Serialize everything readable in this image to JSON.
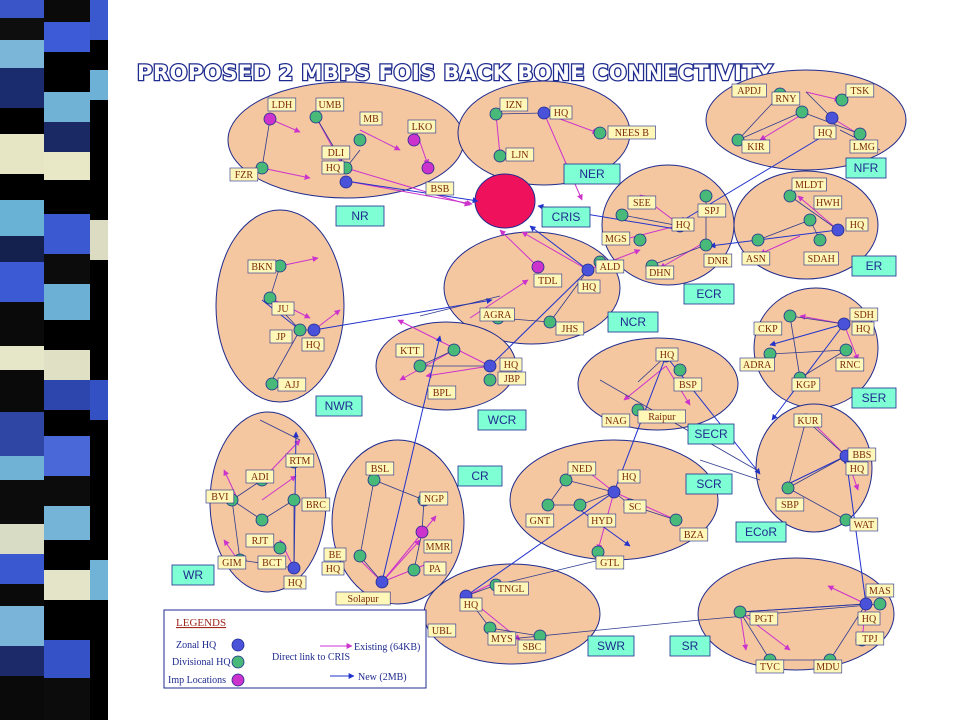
{
  "title": "PROPOSED 2 MBPS FOIS BACK BONE CONNECTIVITY",
  "colors": {
    "region": "#f4c7a0",
    "zone_box": "#7fffd4",
    "label_box": "#fff7b8",
    "zonal_hq": "#4a52d9",
    "divisional_hq": "#48b978",
    "imp_location": "#cc33cc",
    "existing": "#cc33cc",
    "new": "#2233cc",
    "cris": "#f0115c"
  },
  "cris": {
    "label": "CRIS"
  },
  "zones": [
    {
      "id": "nr",
      "label": "NR"
    },
    {
      "id": "ner",
      "label": "NER"
    },
    {
      "id": "nfr",
      "label": "NFR"
    },
    {
      "id": "er",
      "label": "ER"
    },
    {
      "id": "ecr",
      "label": "ECR"
    },
    {
      "id": "ncr",
      "label": "NCR"
    },
    {
      "id": "ser",
      "label": "SER"
    },
    {
      "id": "nwr",
      "label": "NWR"
    },
    {
      "id": "wcr",
      "label": "WCR"
    },
    {
      "id": "secr",
      "label": "SECR"
    },
    {
      "id": "cr",
      "label": "CR"
    },
    {
      "id": "scr",
      "label": "SCR"
    },
    {
      "id": "ecor",
      "label": "ECoR"
    },
    {
      "id": "wr",
      "label": "WR"
    },
    {
      "id": "swr",
      "label": "SWR"
    },
    {
      "id": "sr",
      "label": "SR"
    }
  ],
  "labels": {
    "ldh": "LDH",
    "umb": "UMB",
    "mb": "MB",
    "lko": "LKO",
    "dli": "DLI",
    "nr_hq": "HQ",
    "fzr": "FZR",
    "bsb": "BSB",
    "lkn_jzn": "LJN",
    "izn": "IZN",
    "ner_hq": "HQ",
    "neesb": "NEES B",
    "apdj": "APDJ",
    "rny": "RNY",
    "tsk": "TSK",
    "kir": "KIR",
    "nfr_hq": "HQ",
    "lmg": "LMG",
    "see": "SEE",
    "spj": "SPJ",
    "mgs": "MGS",
    "ecr_hq": "HQ",
    "dnr": "DNR",
    "dhn": "DHN",
    "mldt": "MLDT",
    "hwh": "HWH",
    "er_hq": "HQ",
    "asn": "ASN",
    "sdah": "SDAH",
    "tdl": "TDL",
    "ald": "ALD",
    "ncr_hq": "HQ",
    "agra": "AGRA",
    "jhs": "JHS",
    "bkn": "BKN",
    "ju": "JU",
    "jp": "JP",
    "nwr_hq": "HQ",
    "ajj": "AJJ",
    "ktt": "KTT",
    "wcr_hq": "HQ",
    "jbp": "JBP",
    "bpl": "BPL",
    "secr_hq": "HQ",
    "bsp": "BSP",
    "nag": "NAG",
    "raipur": "Raipur",
    "sdh": "SDH",
    "ser_hq": "HQ",
    "ckp": "CKP",
    "adra": "ADRA",
    "rnc": "RNC",
    "kgp": "KGP",
    "kur": "KUR",
    "bbs": "BBS",
    "ecor_hq": "HQ",
    "sbp": "SBP",
    "wat": "WAT",
    "rtm": "RTM",
    "adi": "ADI",
    "bvi": "BVI",
    "brc": "BRC",
    "rjt": "RJT",
    "gim": "GIM",
    "bct": "BCT",
    "wr_hq": "HQ",
    "bsl": "BSL",
    "ngp": "NGP",
    "mmr": "MMR",
    "pa": "PA",
    "solapur": "Solapur",
    "cr_hq": "HQ",
    "be": "BE",
    "ned": "NED",
    "scr_hq": "HQ",
    "sc": "SC",
    "gnt": "GNT",
    "hyd": "HYD",
    "bza": "BZA",
    "gtl": "GTL",
    "tngl": "TNGL",
    "swr_hq": "HQ",
    "ubl": "UBL",
    "mys": "MYS",
    "sbc": "SBC",
    "mas": "MAS",
    "sr_hq": "HQ",
    "pgt": "PGT",
    "tpj": "TPJ",
    "tvc": "TVC",
    "mdu": "MDU"
  },
  "legend": {
    "title": "LEGENDS",
    "zonal_hq": "Zonal HQ",
    "divisional_hq": "Divisional HQ",
    "imp_locations": "Imp Locations",
    "direct_link": "Direct link to CRIS",
    "existing": "Existing (64KB)",
    "new": "New (2MB)"
  }
}
